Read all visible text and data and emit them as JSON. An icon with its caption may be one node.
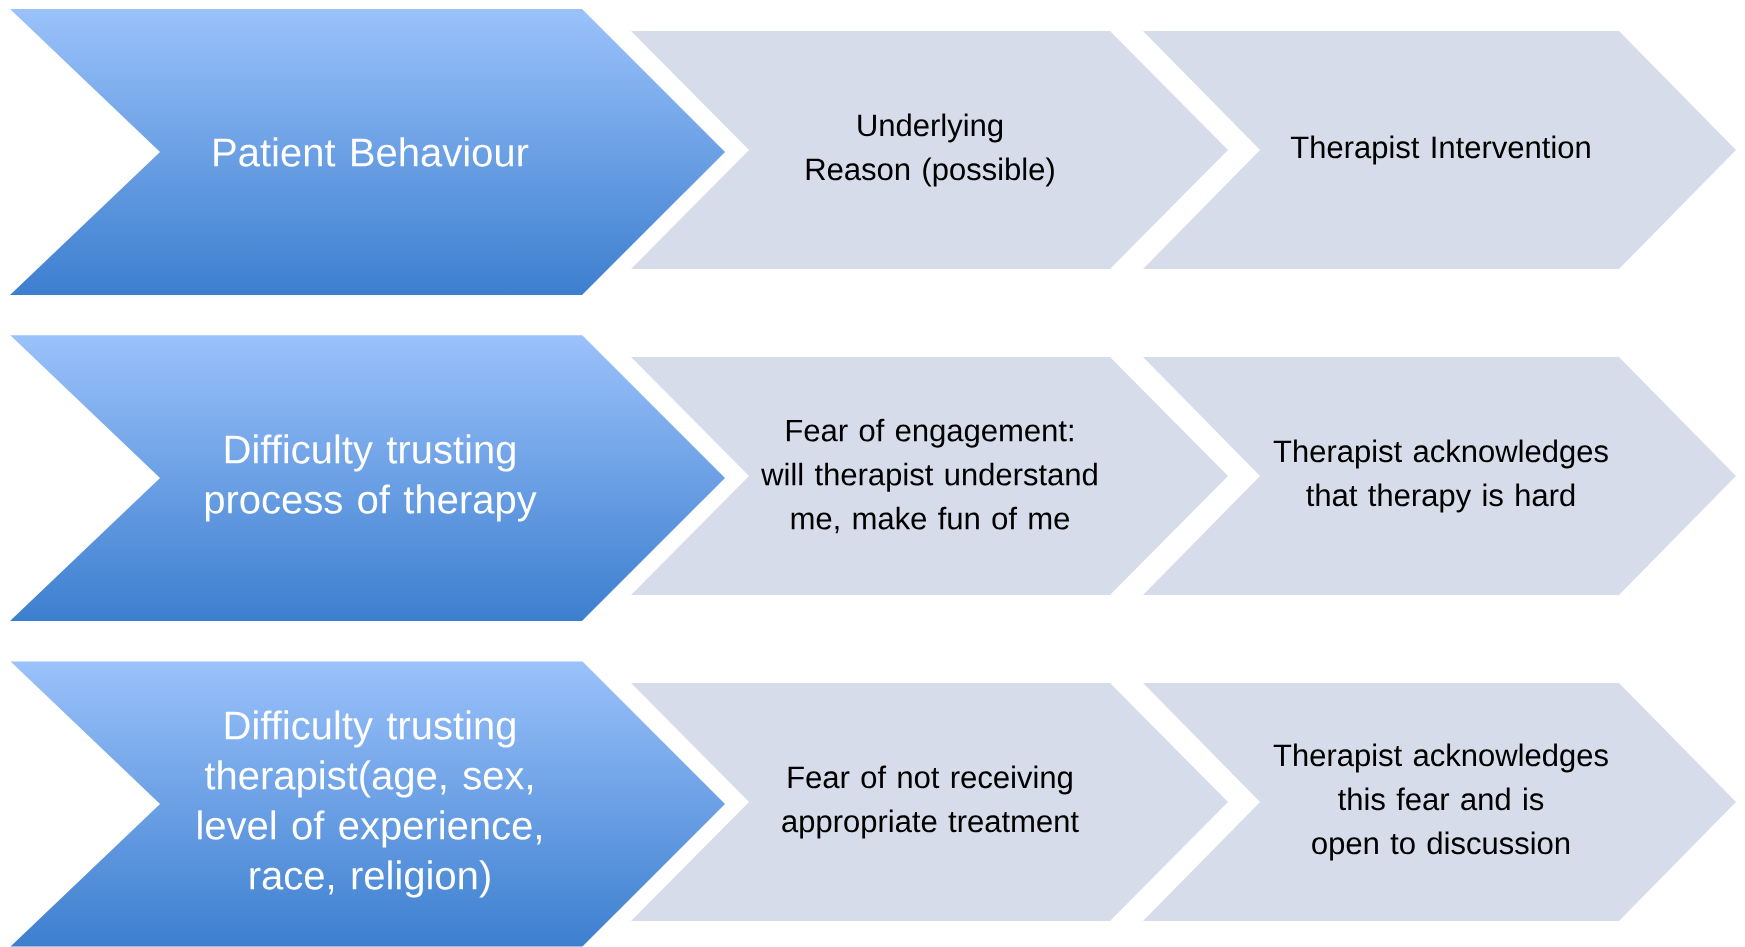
{
  "diagram": {
    "nodes": [
      {
        "text": [
          "Patient Behaviour"
        ]
      },
      {
        "text": [
          "Underlying Reason (possible)"
        ]
      },
      {
        "text": [
          "Therapist Intervention"
        ]
      },
      {
        "text": [
          "Difficulty trusting process of therapy"
        ]
      },
      {
        "text": [
          "Fear of engagement: will therapist understand me, make fun of me"
        ]
      },
      {
        "text": [
          "Therapist acknowledges that therapy is hard"
        ]
      },
      {
        "text": [
          "Difficulty trusting therapist(age, sex, level of experience, race, religion)"
        ]
      },
      {
        "text": [
          "Fear of not receiving appropriate treatment"
        ]
      },
      {
        "text": [
          "Therapist acknowledges this fear and is open to discussion"
        ]
      }
    ]
  }
}
